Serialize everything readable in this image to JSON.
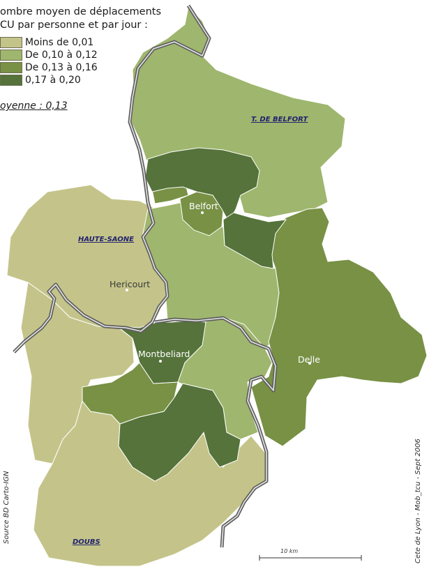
{
  "legend": {
    "title_line1": "ombre moyen de déplacements",
    "title_line2": "CU par personne et par jour :",
    "classes": [
      {
        "label": "Moins de 0,01",
        "color": "#c4c48a"
      },
      {
        "label": "De 0,10 à 0,12",
        "color": "#9fb66e"
      },
      {
        "label": "De 0,13 à 0,16",
        "color": "#789145"
      },
      {
        "label": "0,17 à 0,20",
        "color": "#55733a"
      }
    ],
    "average": "oyenne : 0,13"
  },
  "departments": {
    "belfort": "T. DE BELFORT",
    "haute_saone": "HAUTE-SAONE",
    "doubs": "DOUBS"
  },
  "cities": {
    "belfort": "Belfort",
    "hericourt": "Hericourt",
    "montbeliard": "Montbeliard",
    "delle": "Delle"
  },
  "scale_bar": "10 km",
  "source": "Source BD Carto-IGN",
  "credit": "Cete de Lyon - Mob_tcu - Sept 2006",
  "colors": {
    "boundary": "#6b6b6b",
    "region_border": "#ffffff"
  }
}
